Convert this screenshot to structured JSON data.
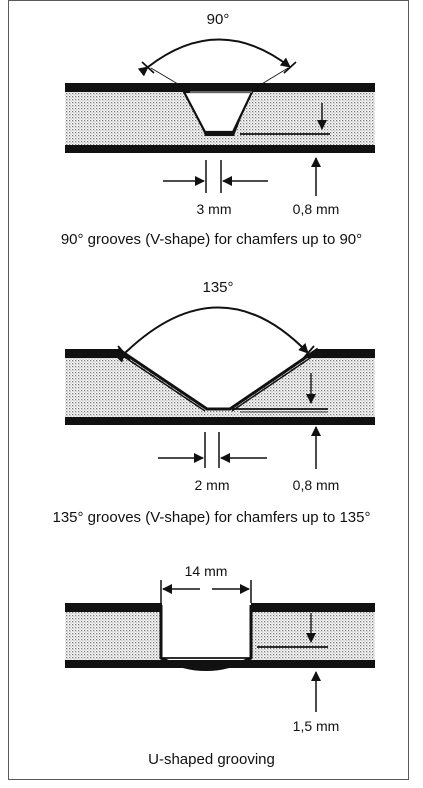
{
  "diagrams": [
    {
      "angle": "90°",
      "dim_left": "3 mm",
      "dim_right": "0,8 mm",
      "caption": "90° grooves (V-shape) for chamfers up to 90°"
    },
    {
      "angle": "135°",
      "dim_left": "2 mm",
      "dim_right": "0,8 mm",
      "caption": "135° grooves (V-shape) for chamfers up to 135°"
    },
    {
      "width": "14 mm",
      "dim_right": "1,5 mm",
      "caption": "U-shaped grooving"
    }
  ],
  "colors": {
    "line": "#111111",
    "core_dot": "#6a6a6a",
    "frame": "#5a5a5a"
  }
}
